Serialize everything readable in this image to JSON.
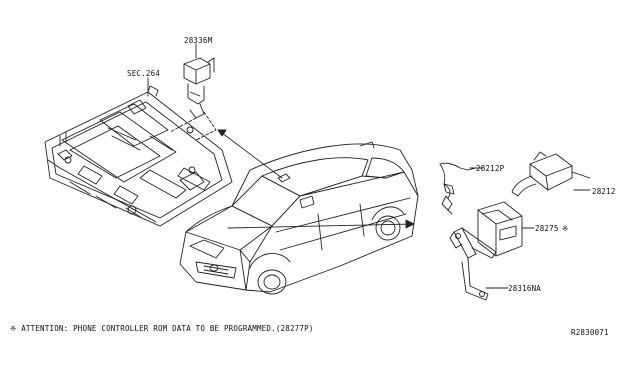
{
  "diagram": {
    "callouts": {
      "part_28336m": "28336M",
      "sec_264": "SEC.264",
      "part_28212p": "28212P",
      "part_28212": "28212",
      "part_28275": "28275",
      "part_28316na": "28316NA"
    },
    "asterisk": "※",
    "footnote": "※ ATTENTION: PHONE CONTROLLER ROM DATA TO BE PROGRAMMED.(28277P)",
    "diagram_id": "R2830071"
  }
}
